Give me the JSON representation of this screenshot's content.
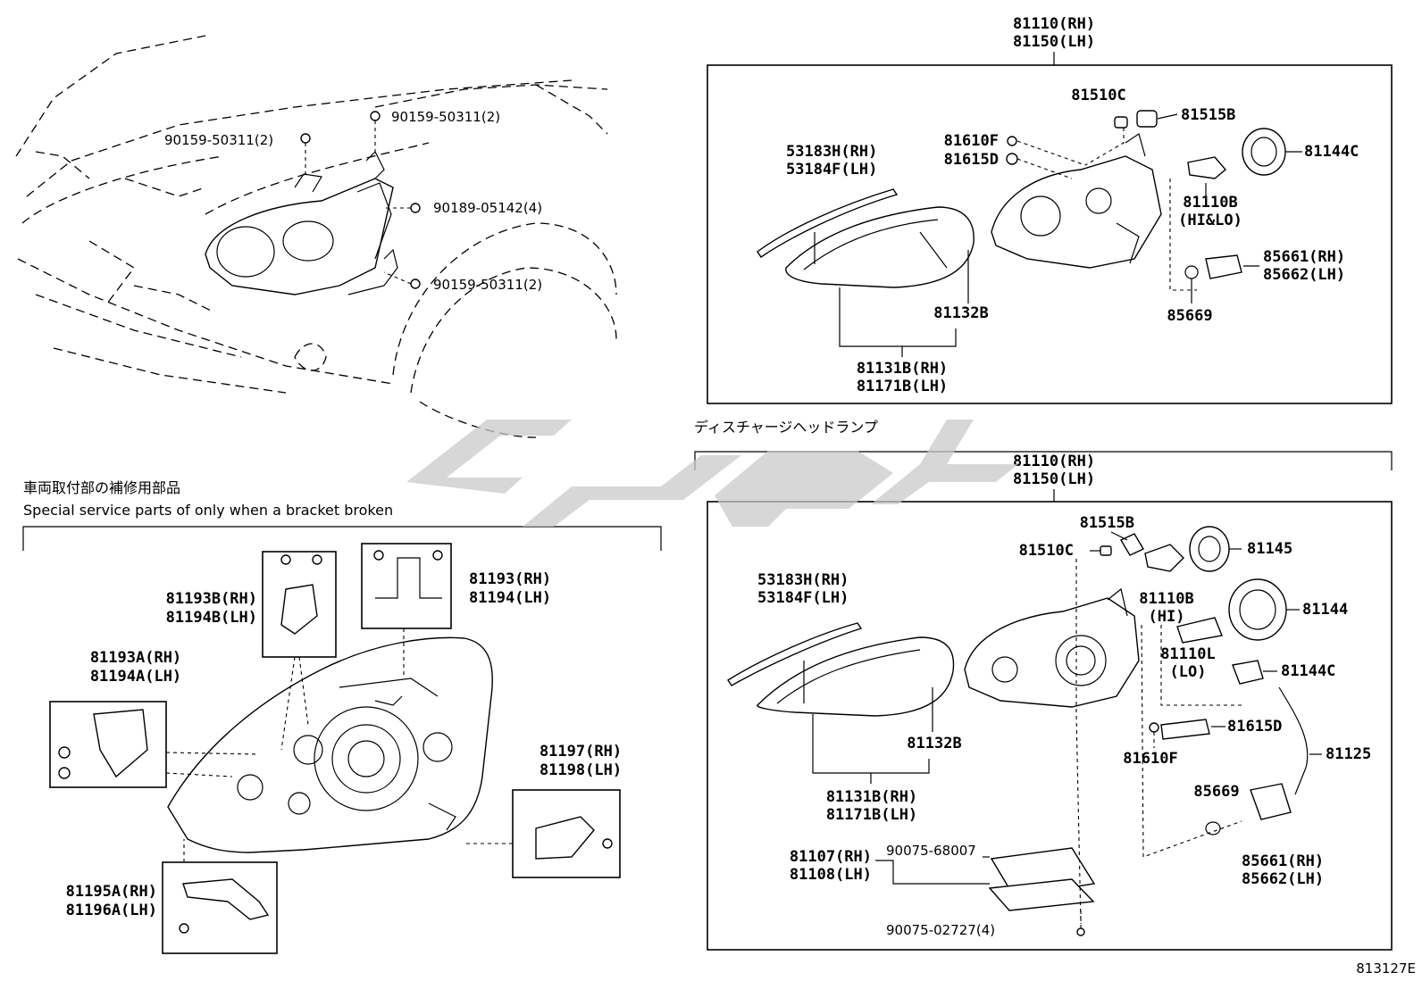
{
  "top_left": {
    "callouts": [
      "90159-50311(2)",
      "90159-50311(2)",
      "90189-05142(4)",
      "90159-50311(2)"
    ]
  },
  "halogen": {
    "assembly": [
      "81110(RH)",
      "81150(LH)"
    ],
    "parts": {
      "bulb_socket": "81510C",
      "socket_b": "81515B",
      "clip_f": "81610F",
      "clip_d": "81615D",
      "seal_h": "53183H(RH)",
      "seal_f": "53184F(LH)",
      "cap": "81144C",
      "bulb": "81110B",
      "bulb_note": "(HI&LO)",
      "fog_rh": "85661(RH)",
      "fog_lh": "85662(LH)",
      "oring": "85669",
      "gasket": "81132B",
      "lens_rh": "81131B(RH)",
      "lens_lh": "81171B(LH)"
    }
  },
  "hid": {
    "title_jp": "ディスチャージヘッドランプ",
    "assembly": [
      "81110(RH)",
      "81150(LH)"
    ],
    "parts": {
      "socket_b": "81515B",
      "bulb_socket": "81510C",
      "cap_145": "81145",
      "seal_h": "53183H(RH)",
      "seal_f": "53184F(LH)",
      "bulb_hi": "81110B",
      "bulb_hi_note": "(HI)",
      "cover_144": "81144",
      "bulb_lo": "81110L",
      "bulb_lo_note": "(LO)",
      "cap_c": "81144C",
      "clip_d": "81615D",
      "clip_f": "81610F",
      "wire": "81125",
      "gasket": "81132B",
      "oring": "85669",
      "lens_rh": "81131B(RH)",
      "lens_lh": "81171B(LH)",
      "fog_rh": "85661(RH)",
      "fog_lh": "85662(LH)",
      "ballast_rh": "81107(RH)",
      "ballast_lh": "81108(LH)",
      "screw_a": "90075-68007",
      "screw_b": "90075-02727(4)"
    }
  },
  "service": {
    "title_jp": "車両取付部の補修用部品",
    "title_en": "Special service parts of only when a bracket broken",
    "parts": {
      "b_rh": "81193B(RH)",
      "b_lh": "81194B(LH)",
      "r_rh": "81193(RH)",
      "r_lh": "81194(LH)",
      "a_rh": "81193A(RH)",
      "a_lh": "81194A(LH)",
      "c_rh": "81197(RH)",
      "c_lh": "81198(LH)",
      "d_rh": "81195A(RH)",
      "d_lh": "81196A(LH)"
    }
  },
  "diagram_id": "813127E"
}
